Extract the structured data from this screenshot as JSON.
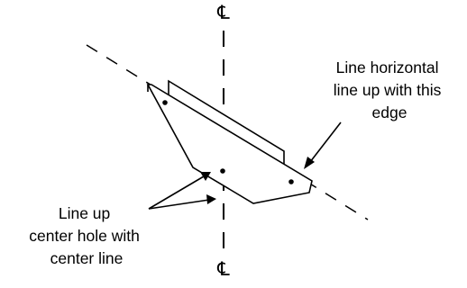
{
  "centerline_symbol": "℄",
  "labels": {
    "right": [
      "Line horizontal",
      "line up with this",
      "edge"
    ],
    "left": [
      "Line up",
      "center hole with",
      "center line"
    ]
  },
  "colors": {
    "background": "#ffffff",
    "ink": "#000000"
  }
}
